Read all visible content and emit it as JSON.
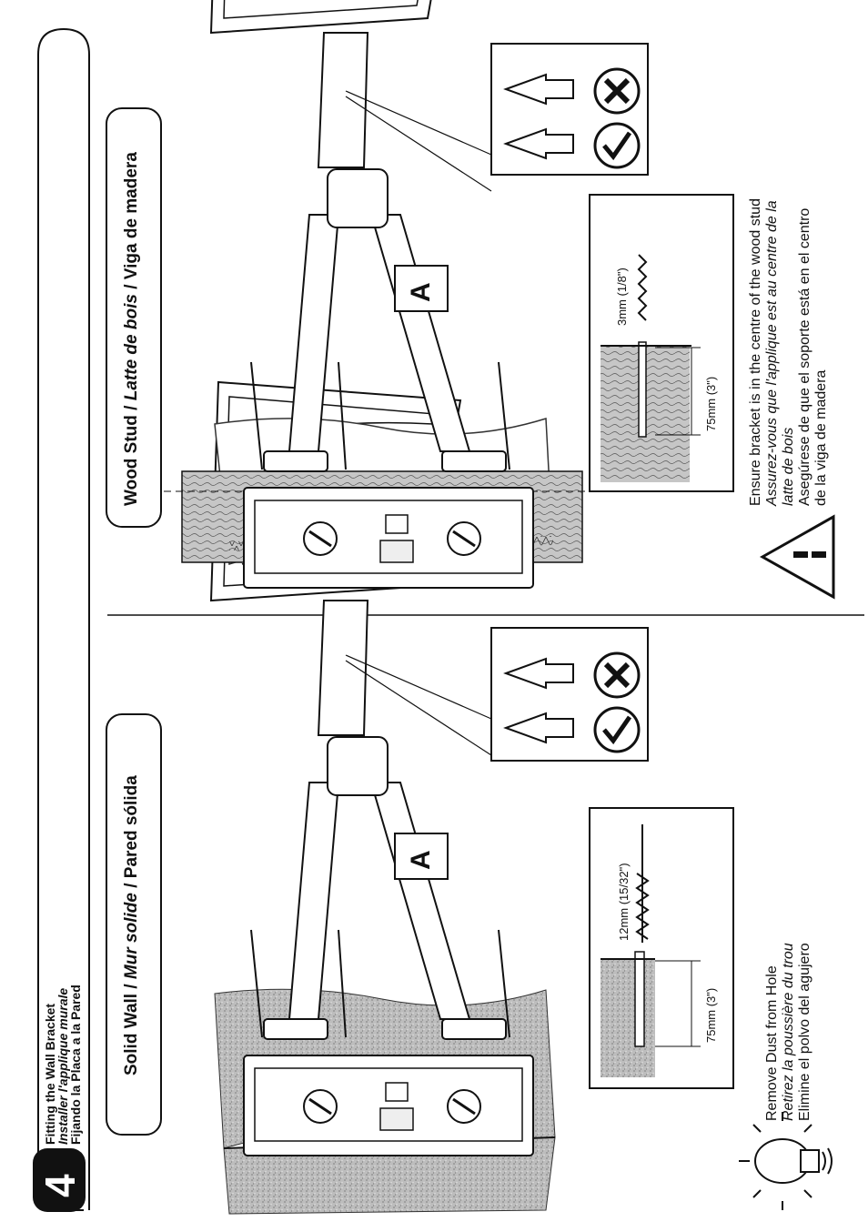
{
  "step": {
    "number": "4",
    "title_en": "Fitting the Wall Bracket",
    "title_fr": "Installer l'applique murale",
    "title_es": "Fijando la Placa a la Pared"
  },
  "solid_wall": {
    "header_en": "Solid Wall",
    "sep1": " / ",
    "header_fr": "Mur solide",
    "sep2": " / ",
    "header_es": "Pared sólida",
    "label": "A",
    "hole_diameter": "12mm (15/32\")",
    "hole_depth": "75mm (3\")",
    "tip_en": "Remove Dust from Hole",
    "tip_fr": "Retirez la poussière du trou",
    "tip_es": "Elimine el polvo del agujero"
  },
  "wood_stud": {
    "header_en": "Wood Stud",
    "sep1": " / ",
    "header_fr": "Latte de bois",
    "sep2": " / ",
    "header_es": "Viga de madera",
    "label": "A",
    "hole_diameter": "3mm (1/8\")",
    "hole_depth": "75mm (3\")",
    "warn_en": "Ensure bracket is in the centre of the wood stud",
    "warn_fr_1": "Assurez-vous que l'applique est au centre de la",
    "warn_fr_2": "latte de bois",
    "warn_es_1": "Asegúrese de que el soporte está en el centro",
    "warn_es_2": "de la viga de madera"
  },
  "icons": [
    "lightbulb-icon",
    "warning-icon",
    "check-icon",
    "cross-icon",
    "arrow-icon"
  ]
}
